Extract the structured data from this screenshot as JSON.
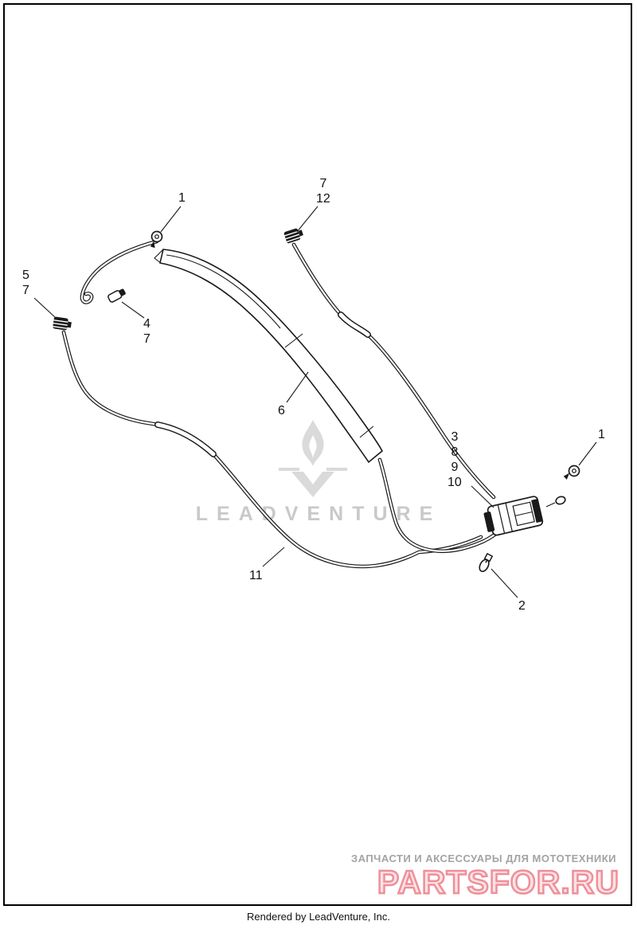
{
  "diagram": {
    "callouts": [
      {
        "id": "top-left-1",
        "label": "1"
      },
      {
        "id": "top-7-12",
        "label": "7\n12"
      },
      {
        "id": "left-5-7",
        "label": "5\n7"
      },
      {
        "id": "mid-4-7",
        "label": "4\n7"
      },
      {
        "id": "strap-6",
        "label": "6"
      },
      {
        "id": "connector-3-8-9-10",
        "label": "3\n8\n9\n10"
      },
      {
        "id": "right-1",
        "label": "1"
      },
      {
        "id": "cable-11",
        "label": "11"
      },
      {
        "id": "clamp-2",
        "label": "2"
      }
    ]
  },
  "watermark": {
    "brand": "LEADVENTURE",
    "tagline": "ЗАПЧАСТИ И АКСЕССУАРЫ ДЛЯ МОТОТЕХНИКИ",
    "site": "PARTSFOR.RU"
  },
  "footer": {
    "credit": "Rendered by LeadVenture, Inc."
  },
  "colors": {
    "ink": "#1a1a1a",
    "watermark_gray": "#c9c9c9",
    "tagline_gray": "#a3a3a3",
    "brand_pink": "#ef8f99"
  }
}
